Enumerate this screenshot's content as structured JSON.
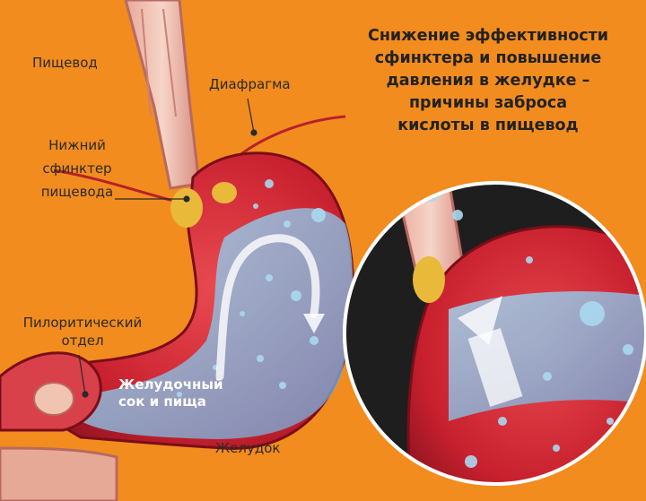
{
  "headline": {
    "lines": [
      "Снижение эффективности",
      "сфинктера и повышение",
      "давления в желудке –",
      "причины заброса",
      "кислоты в пищевод"
    ]
  },
  "labels": {
    "esophagus": "Пищевод",
    "diaphragm": "Диафрагма",
    "sphincter": [
      "Нижний",
      "сфинктер",
      "пищевода"
    ],
    "pyloric": [
      "Пилоритический",
      "отдел"
    ],
    "contents": [
      "Желудочный",
      "сок и пища"
    ],
    "stomach": "Желудок"
  },
  "colors": {
    "background": "#F28C1E",
    "tissue": "#C8202E",
    "tissue_light": "#E85A5A",
    "fluid": "#8FC8E8",
    "inset_background": "#1E1E1E",
    "fat": "#E9B93A"
  }
}
